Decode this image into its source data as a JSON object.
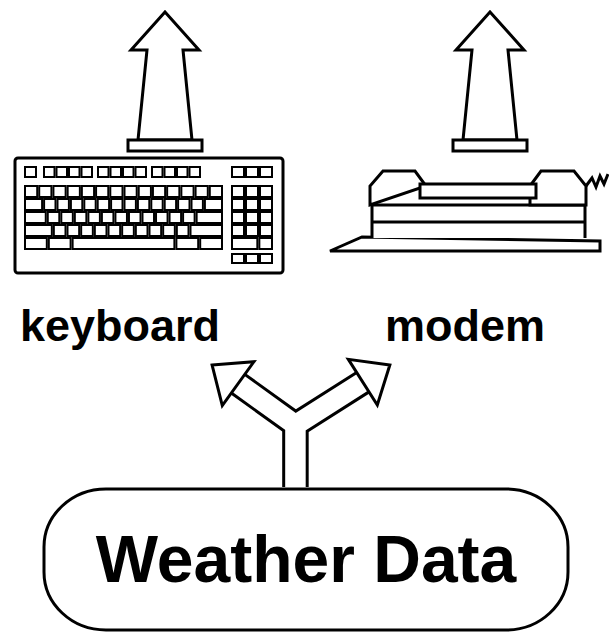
{
  "diagram": {
    "nodes": [
      {
        "text": [
          "keyboard"
        ]
      },
      {
        "text": [
          "modem"
        ]
      },
      {
        "text": [
          "Weather Data"
        ]
      }
    ],
    "edges": [
      {
        "from": 2,
        "to": 0,
        "arrow": "to"
      },
      {
        "from": 2,
        "to": 1,
        "arrow": "to"
      }
    ]
  }
}
